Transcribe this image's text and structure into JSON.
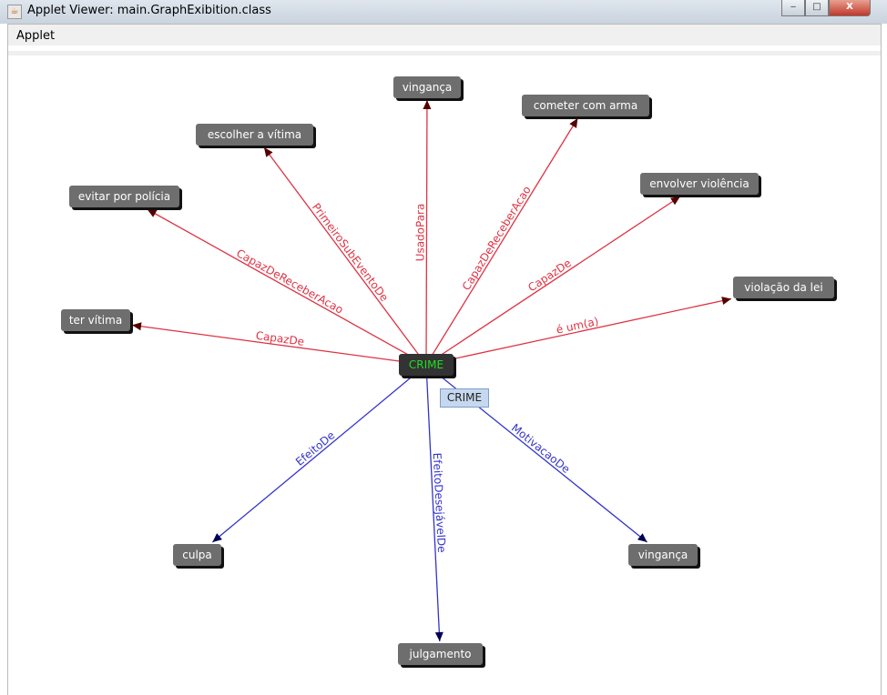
{
  "window": {
    "title": "Applet Viewer: main.GraphExibition.class",
    "minimize": "‒",
    "maximize": "□",
    "close": "X"
  },
  "menu": {
    "applet": "Applet"
  },
  "graph": {
    "center": {
      "id": "crime",
      "label": "CRIME"
    },
    "tooltip": "CRIME",
    "nodes": [
      {
        "id": "vinganca_top",
        "label": "vingança"
      },
      {
        "id": "cometer",
        "label": "cometer com arma"
      },
      {
        "id": "escolher",
        "label": "escolher a vítima"
      },
      {
        "id": "evitar",
        "label": "evitar por polícia"
      },
      {
        "id": "envolver",
        "label": "envolver violência"
      },
      {
        "id": "violacao",
        "label": "violação da lei"
      },
      {
        "id": "ter",
        "label": "ter vítima"
      },
      {
        "id": "culpa",
        "label": "culpa"
      },
      {
        "id": "vinganca_bot",
        "label": "vingança"
      },
      {
        "id": "julgamento",
        "label": "julgamento"
      }
    ],
    "edges": [
      {
        "to": "vinganca_top",
        "label": "UsadoPara",
        "dir": "out"
      },
      {
        "to": "cometer",
        "label": "CapazDeReceberAcao",
        "dir": "out"
      },
      {
        "to": "escolher",
        "label": "PrimeiroSubEventoDe",
        "dir": "out"
      },
      {
        "to": "evitar",
        "label": "CapazDeReceberAcao",
        "dir": "out"
      },
      {
        "to": "envolver",
        "label": "CapazDe",
        "dir": "out"
      },
      {
        "to": "violacao",
        "label": "é um(a)",
        "dir": "out"
      },
      {
        "to": "ter",
        "label": "CapazDe",
        "dir": "out"
      },
      {
        "to": "culpa",
        "label": "EfeitoDe",
        "dir": "in"
      },
      {
        "to": "vinganca_bot",
        "label": "MotivacaoDe",
        "dir": "in"
      },
      {
        "to": "julgamento",
        "label": "EfeitoDesejávelDe",
        "dir": "in"
      }
    ],
    "colors": {
      "out": "#dd3344",
      "in": "#3333cc",
      "out_arrow": "#550000",
      "in_arrow": "#000055"
    }
  }
}
